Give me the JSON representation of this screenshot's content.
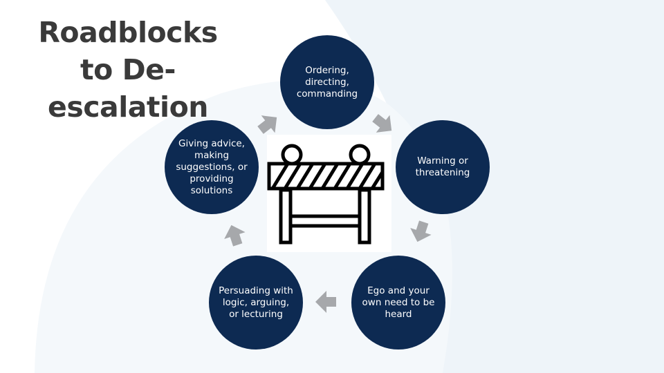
{
  "slide": {
    "title": "Roadblocks to De-escalation",
    "colors": {
      "node_fill": "#0d2a52",
      "node_text": "#ffffff",
      "arrow": "#a6a8ab",
      "title": "#3a3a3a",
      "background_shape": "#edf3f8"
    }
  },
  "cycle": {
    "center_icon": "roadblock-barrier-icon",
    "nodes": [
      {
        "label": "Ordering, directing, commanding"
      },
      {
        "label": "Warning or threatening"
      },
      {
        "label": "Ego and your own need to be heard"
      },
      {
        "label": "Persuading with logic, arguing, or lecturing"
      },
      {
        "label": "Giving advice, making suggestions, or providing solutions"
      }
    ]
  }
}
